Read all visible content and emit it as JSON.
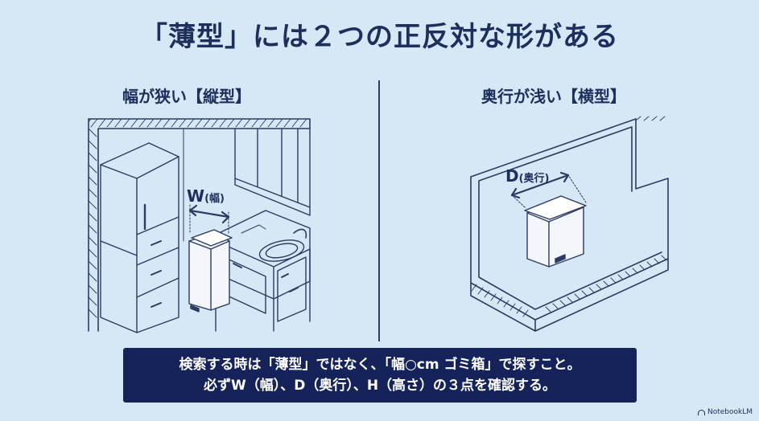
{
  "title": "「薄型」には２つの正反対な形がある",
  "left_panel": {
    "heading": "幅が狭い【縦型】",
    "dimension_letter": "W",
    "dimension_note": "(幅)"
  },
  "right_panel": {
    "heading": "奥行が浅い【横型】",
    "dimension_letter": "D",
    "dimension_note": "(奥行)"
  },
  "banner": {
    "line1": "検索する時は「薄型」ではなく、「幅○cm ゴミ箱」で探すこと。",
    "line2": "必ずW（幅）、D（奥行）、H（高さ）の３点を確認する。"
  },
  "brand": {
    "label": "NotebookLM",
    "icon": "notebooklm-icon"
  },
  "colors": {
    "background": "#d6e8f5",
    "ink": "#1d2f5c",
    "banner": "#16235a"
  }
}
